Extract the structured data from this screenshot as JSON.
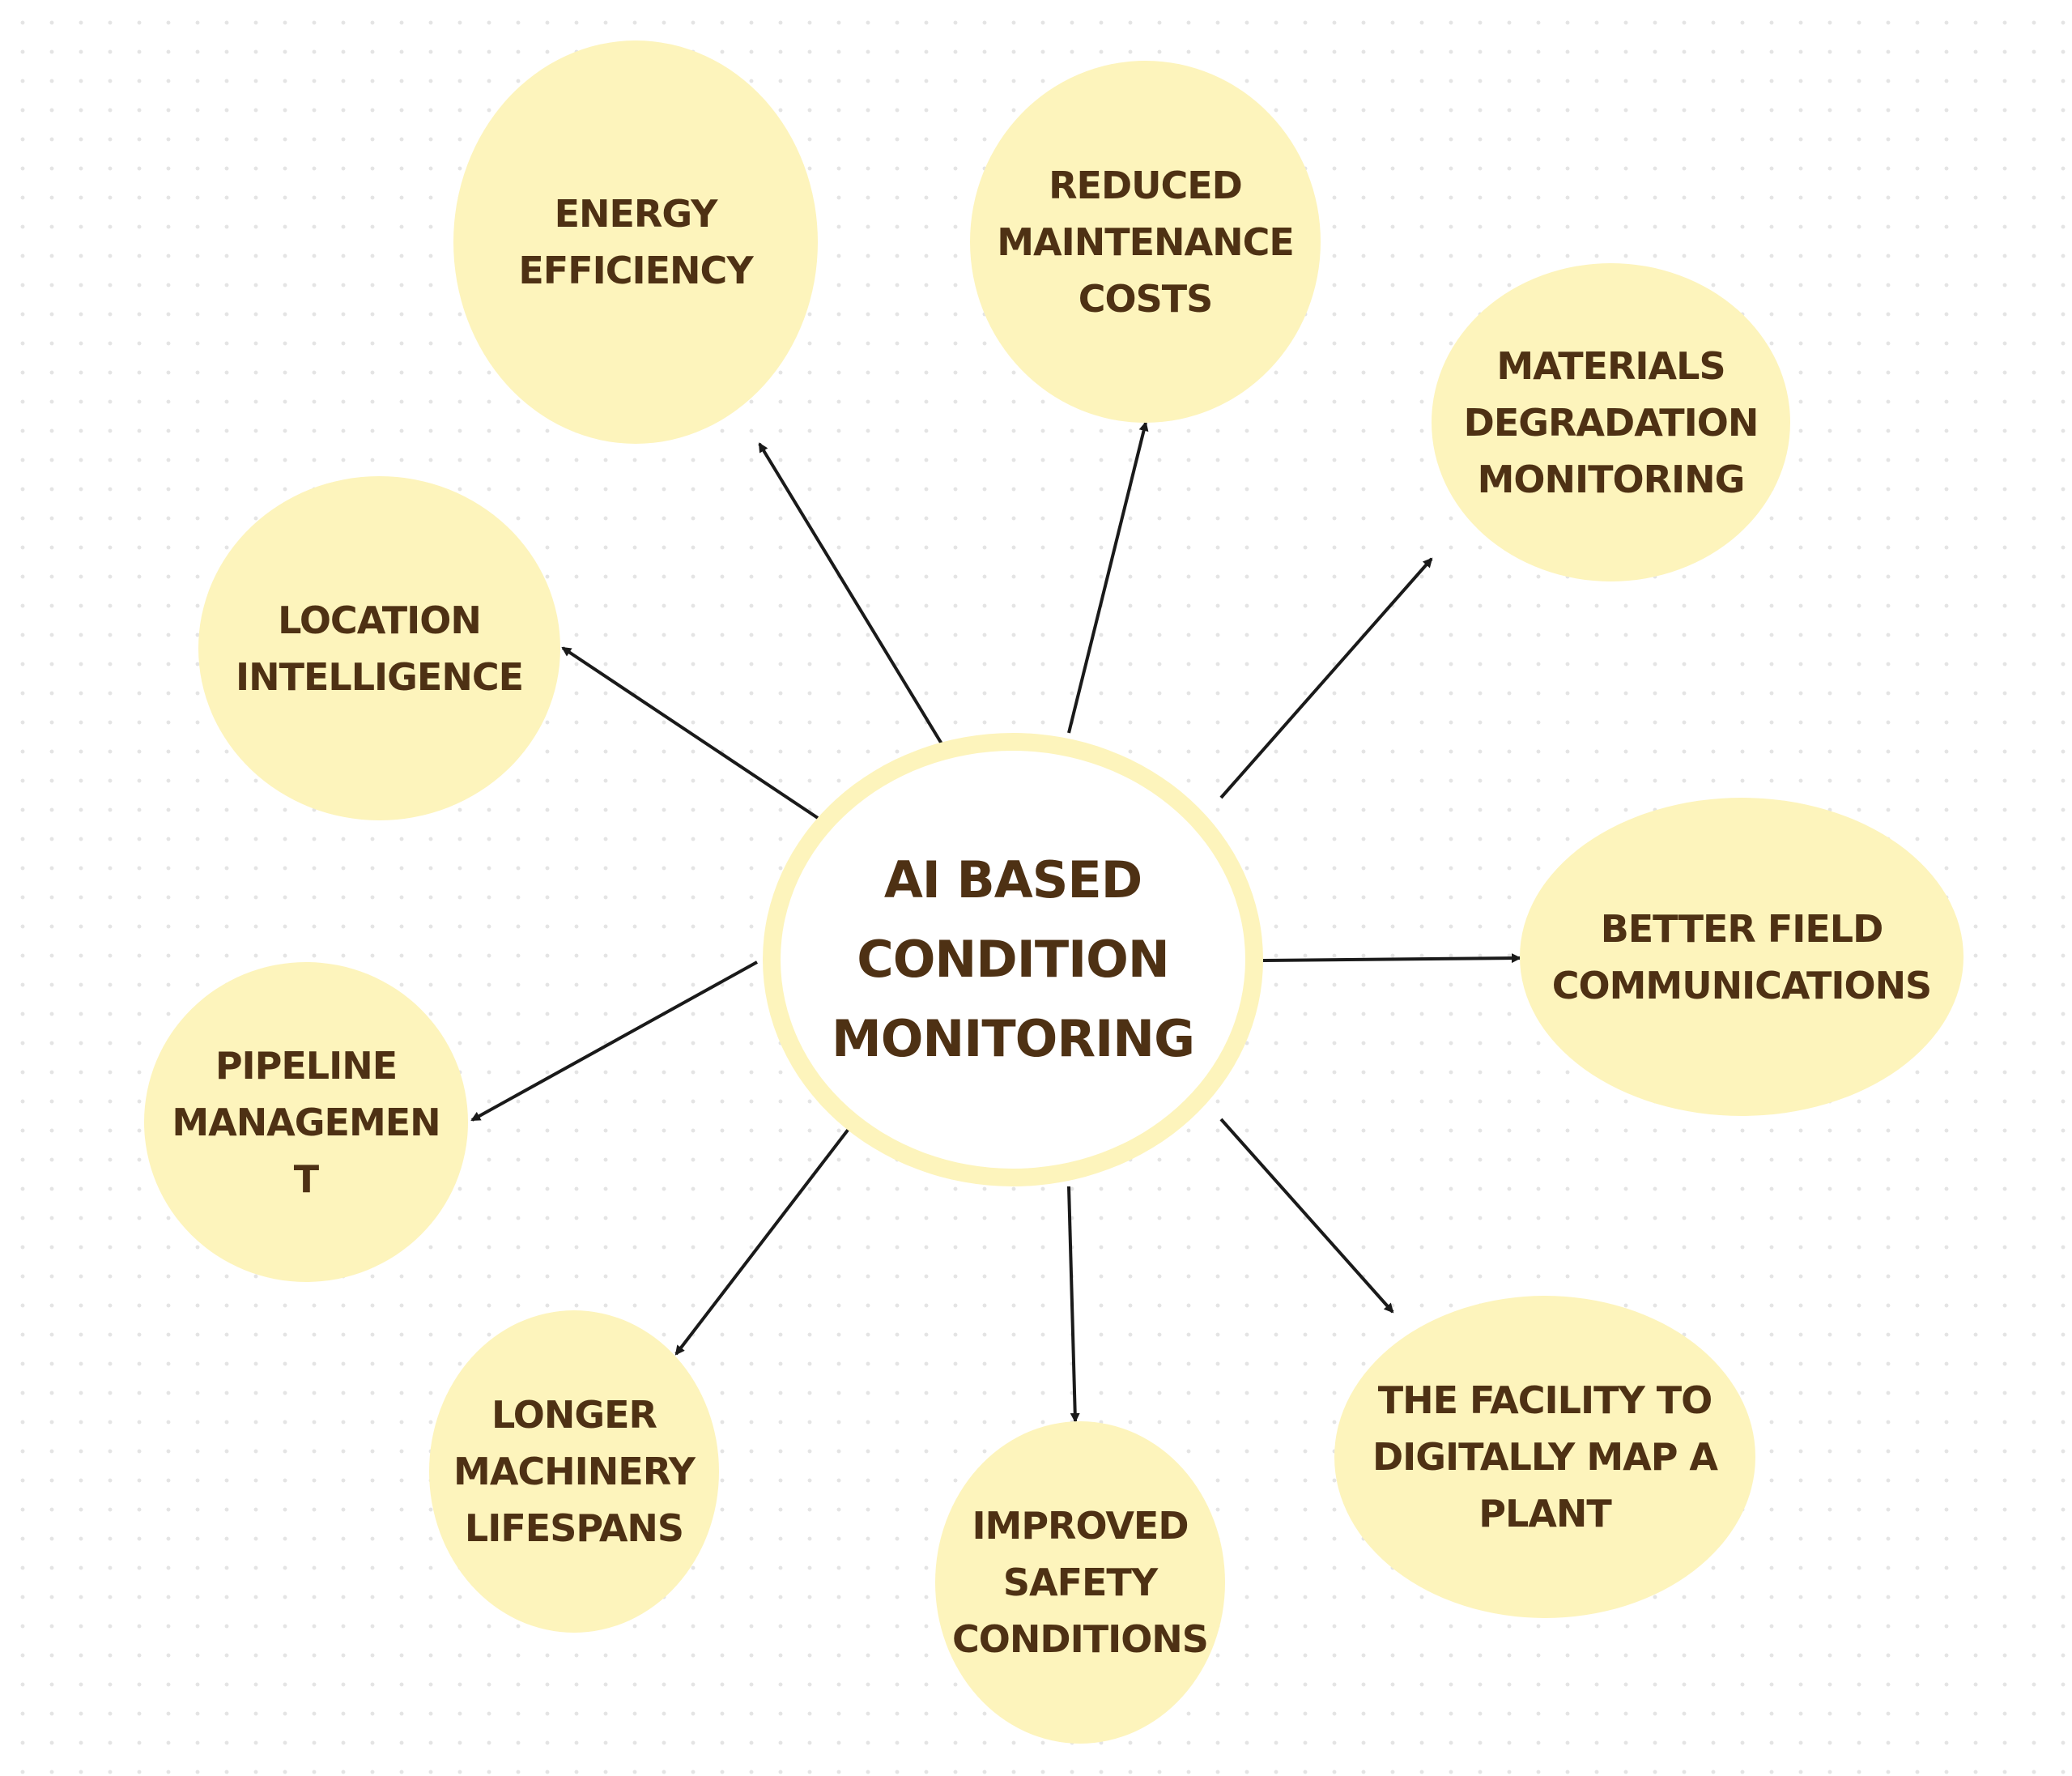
{
  "center": {
    "label": "AI BASED\nCONDITION\nMONITORING"
  },
  "nodes": {
    "energy": "ENERGY\nEFFICIENCY",
    "maintenance": "REDUCED\nMAINTENANCE\nCOSTS",
    "materials": "MATERIALS\nDEGRADATION\nMONITORING",
    "location": "LOCATION\nINTELLIGENCE",
    "field": "BETTER FIELD\nCOMMUNICATIONS",
    "pipeline": "PIPELINE\nMANAGEMEN\nT",
    "machinery": "LONGER\nMACHINERY\nLIFESPANS",
    "safety": "IMPROVED\nSAFETY\nCONDITIONS",
    "facility": "THE FACILITY TO\nDIGITALLY MAP A\nPLANT"
  },
  "colors": {
    "bubble": "#fdf4bc",
    "text": "#4e3114",
    "arrow": "#1a1a1a"
  }
}
